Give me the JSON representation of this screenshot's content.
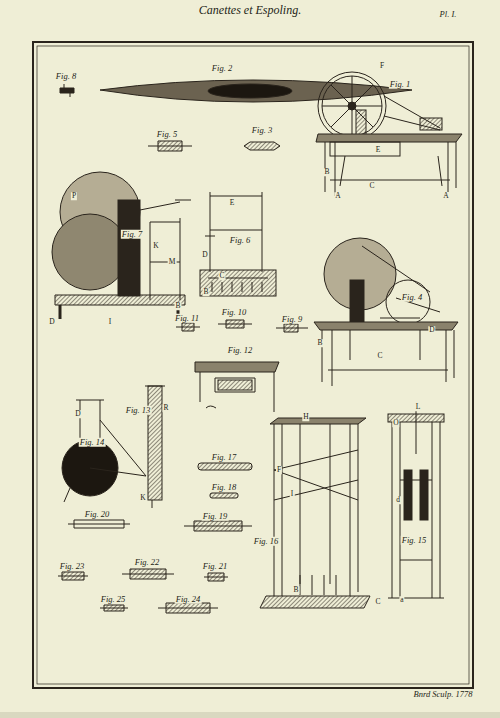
{
  "diagram": {
    "title": "Canettes et Espoling.",
    "labels": [
      "Pl. I.",
      "Fig. 8",
      "Fig. 2",
      "Fig. 1",
      "Fig. 5",
      "Fig. 3",
      "Fig. 7",
      "Fig. 6",
      "Fig. 4",
      "Fig. 11",
      "Fig. 10",
      "Fig. 9",
      "Fig. 12",
      "Fig. 13",
      "Fig. 14",
      "Fig. 17",
      "Fig. 18",
      "Fig. 20",
      "Fig. 19",
      "Fig. 16",
      "Fig. 15",
      "Fig. 23",
      "Fig. 22",
      "Fig. 21",
      "Fig. 25",
      "Fig. 24",
      "Bnrd Sculp. 1778",
      "F",
      "E",
      "B",
      "C",
      "A",
      "A",
      "P",
      "K",
      "M",
      "D",
      "I",
      "B",
      "E",
      "D",
      "C",
      "B",
      "D",
      "B",
      "C",
      "H",
      "F",
      "I",
      "C",
      "B",
      "L",
      "O",
      "d",
      "a",
      "D",
      "K",
      "R"
    ]
  }
}
